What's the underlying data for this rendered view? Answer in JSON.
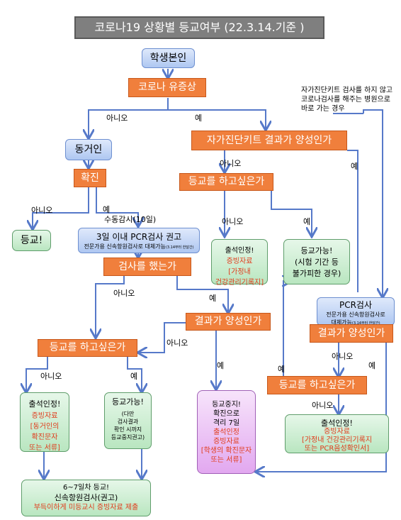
{
  "title": "코로나19 상황별 등교여부 (22.3.14.기준 )",
  "start": "학생본인",
  "q_symptom": "코로나 유증상",
  "note_pcr_skip": [
    "자가진단키트 검사를 하지 않고",
    "코로나검사를 해주는 병원으로",
    "바로 가는 경우"
  ],
  "q_household": "동거인",
  "q_selftest": "자가진단키트 결과가 양성인가",
  "q_confirmed": "확진",
  "q_want_school_1": "등교를 하고싶은가",
  "result_attend": "등교!",
  "quarantine": "수동감시(10일)",
  "pcr_recommend": {
    "title": "3일 이내 PCR검사 권고",
    "sub": "전문가용 신속항원검사로 대체가능",
    "tiny": "(3.14부터 한달간)"
  },
  "q_tested": "검사를 했는가",
  "result_attendance_recognized_1": {
    "title": "출석인정!",
    "lines": [
      "증빙자료",
      "[가정내",
      "건강관리기록지]"
    ]
  },
  "result_can_attend_1": {
    "title": "등교가능!",
    "lines": [
      "(시험 기간 등",
      "불가피한 경우)"
    ]
  },
  "pcr_test": {
    "title": "PCR검사",
    "sub": "전문가용 신속항원검사로",
    "sub2": "대체가능",
    "tiny": "(3.14부터 한달간)"
  },
  "q_result_positive": "결과가 양성인가",
  "q_result_positive_2": "결과가 양성인가",
  "q_want_school_2": "등교를 하고싶은가",
  "q_want_school_3": "등교를 하고싶은가",
  "result_attendance_recognized_2": {
    "title": "출석인정!",
    "lines": [
      "증빙자료",
      "[동거인의",
      "확진문자",
      "또는 서류]"
    ]
  },
  "result_can_attend_2": {
    "title": "등교가능!",
    "lines": [
      "(다만",
      "검사결과",
      "확인 시까지",
      "등교중지권고)"
    ]
  },
  "result_stop": {
    "title": "등교중지!",
    "lines": [
      "확진으로",
      "격리 7일"
    ],
    "red_lines": [
      "출석인정",
      "증빙자료",
      "[학생의  확진문자",
      "또는 서류]"
    ]
  },
  "result_attendance_recognized_3": {
    "title": "출석인정!",
    "lines": [
      "증빙자료",
      "[가정내 건강관리기록지",
      "또는 PCR음성확인서]"
    ]
  },
  "final": {
    "line1": "6~7일차 등교!",
    "line2": "신속항원검사(권고)",
    "line3": "부득이하게 미등교시 증빙자료 제출"
  },
  "labels": {
    "no": "아니오",
    "yes": "예"
  }
}
